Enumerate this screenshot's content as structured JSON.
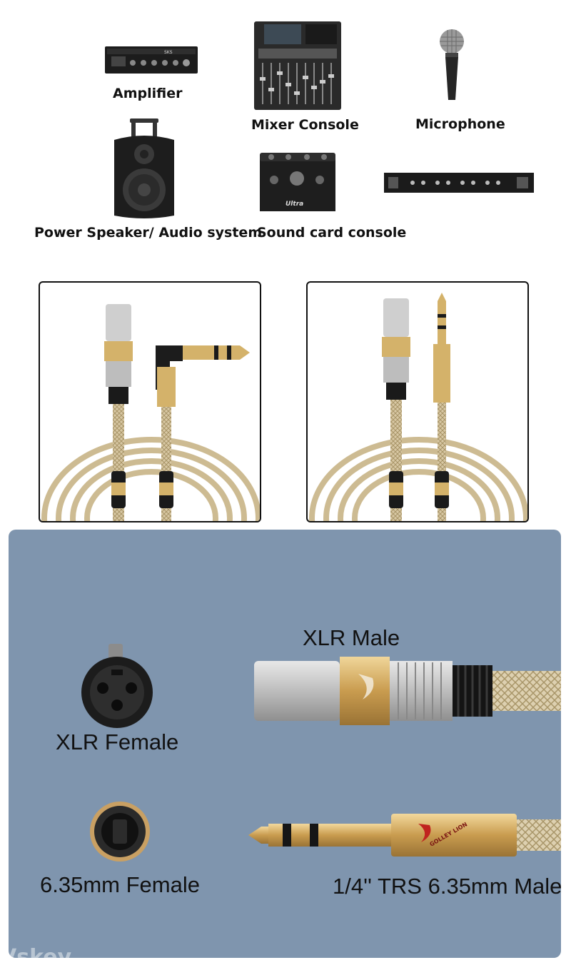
{
  "devices": {
    "amplifier": "Amplifier",
    "mixer": "Mixer Console",
    "microphone": "Microphone",
    "speaker": "Power Speaker/ Audio system",
    "soundcard": "Sound card console",
    "soundcard_logo": "Ultra",
    "amplifier_brand": "SKS"
  },
  "panel": {
    "xlr_male": "XLR Male",
    "xlr_female": "XLR  Female",
    "jack_female": "6.35mm Female",
    "trs_male": "1/4'' TRS 6.35mm Male",
    "plug_brand": "GOLLEY LION"
  },
  "watermark": "Vskey",
  "colors": {
    "panel": "#7f95ae",
    "gold": "#d4b26a",
    "braid": "#d8c8a4",
    "silver": "#c8c8c8"
  }
}
